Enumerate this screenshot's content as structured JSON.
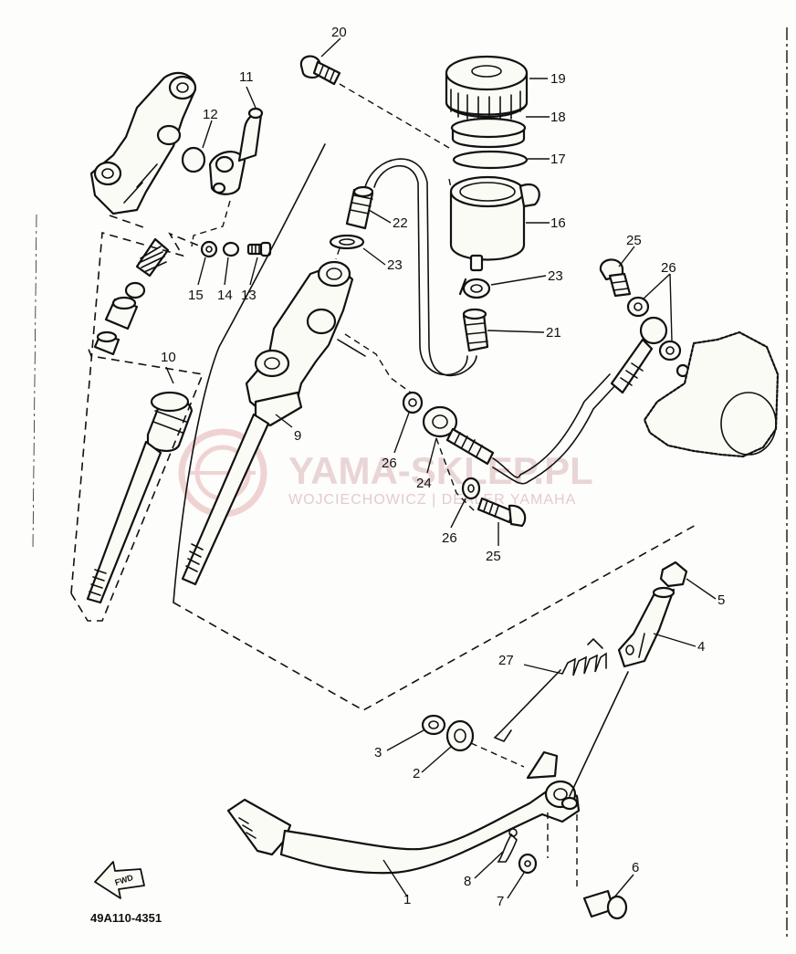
{
  "diagram_code": "49A110-4351",
  "fwd_label": "FWD",
  "watermark": {
    "main": "YAMA-SKLEP.PL",
    "sub": "WOJCIECHOWICZ | DEALER YAMAHA"
  },
  "callouts": [
    "1",
    "2",
    "3",
    "4",
    "5",
    "6",
    "7",
    "8",
    "9",
    "10",
    "11",
    "12",
    "13",
    "14",
    "15",
    "16",
    "17",
    "18",
    "19",
    "20",
    "21",
    "22",
    "23",
    "23",
    "24",
    "25",
    "25",
    "26",
    "26",
    "26",
    "27"
  ],
  "colors": {
    "line": "#111111",
    "paper": "#fdfdfb",
    "watermark": "#e6cfcf"
  }
}
